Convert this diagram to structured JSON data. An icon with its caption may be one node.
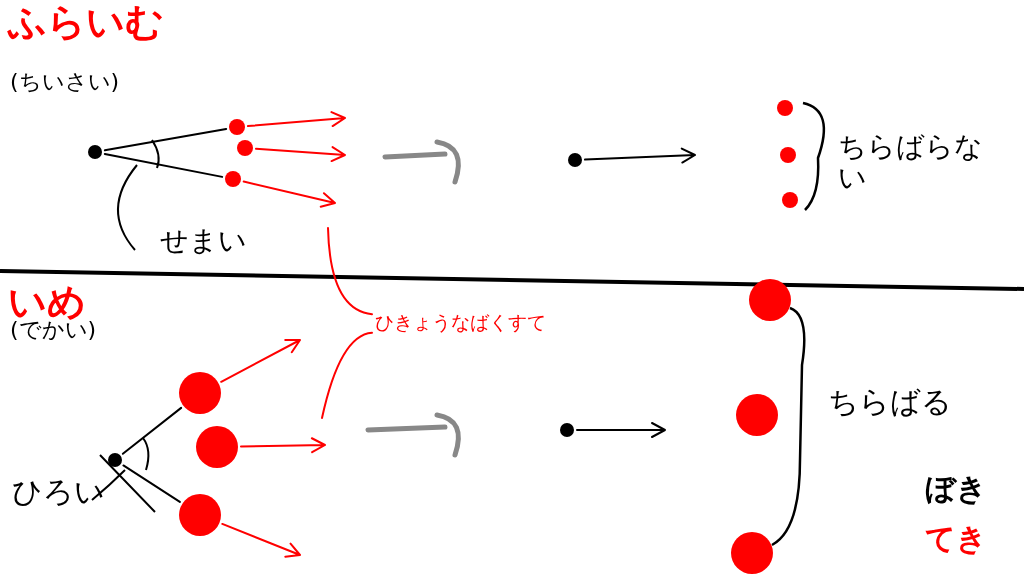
{
  "diagram": {
    "nodes": [
      {
        "text": [],
        "shape": "circle"
      },
      {
        "text": [],
        "shape": "circle"
      },
      {
        "text": [],
        "shape": "circle"
      },
      {
        "text": [],
        "shape": "circle"
      },
      {
        "text": [],
        "shape": "circle"
      },
      {
        "text": [],
        "shape": "circle"
      },
      {
        "text": [],
        "shape": "circle"
      },
      {
        "text": [],
        "shape": "circle"
      },
      {
        "text": [],
        "shape": "circle"
      },
      {
        "text": [],
        "shape": "circle"
      },
      {
        "text": [],
        "shape": "circle"
      },
      {
        "text": [],
        "shape": "circle"
      },
      {
        "text": [],
        "shape": "circle"
      },
      {
        "text": [],
        "shape": "circle"
      },
      {
        "text": [],
        "shape": "circle"
      },
      {
        "text": [],
        "shape": "circle"
      },
      {
        "text": [
          "ひきょうなばくすて"
        ]
      }
    ],
    "edges": [
      {
        "from": 0,
        "to": 1,
        "arrow": "none",
        "color": "#000000"
      },
      {
        "from": 0,
        "to": 3,
        "arrow": "none",
        "color": "#000000"
      },
      {
        "from": 1,
        "to": null,
        "arrow": "to"
      },
      {
        "from": 2,
        "to": null,
        "arrow": "to"
      },
      {
        "from": 3,
        "to": null,
        "arrow": "to"
      },
      {
        "from": 4,
        "to": null,
        "arrow": "to",
        "color": "#000000"
      },
      {
        "from": 8,
        "to": 9,
        "arrow": "none",
        "color": "#000000"
      },
      {
        "from": 8,
        "to": 11,
        "arrow": "none",
        "color": "#000000"
      },
      {
        "from": 9,
        "to": null,
        "arrow": "to"
      },
      {
        "from": 10,
        "to": null,
        "arrow": "to"
      },
      {
        "from": 11,
        "to": null,
        "arrow": "to"
      },
      {
        "from": 12,
        "to": null,
        "arrow": "to",
        "color": "#000000"
      },
      {
        "from": 16,
        "to": null,
        "arrow": "none"
      },
      {
        "from": 16,
        "to": null,
        "arrow": "none"
      }
    ],
    "labels": [
      "ふらいむ",
      "(ちいさい)",
      "せまい",
      "ちらばらない",
      "いめ",
      "(でかい)",
      "ひろい",
      "ちらばる",
      "ぼき",
      "てき"
    ]
  }
}
